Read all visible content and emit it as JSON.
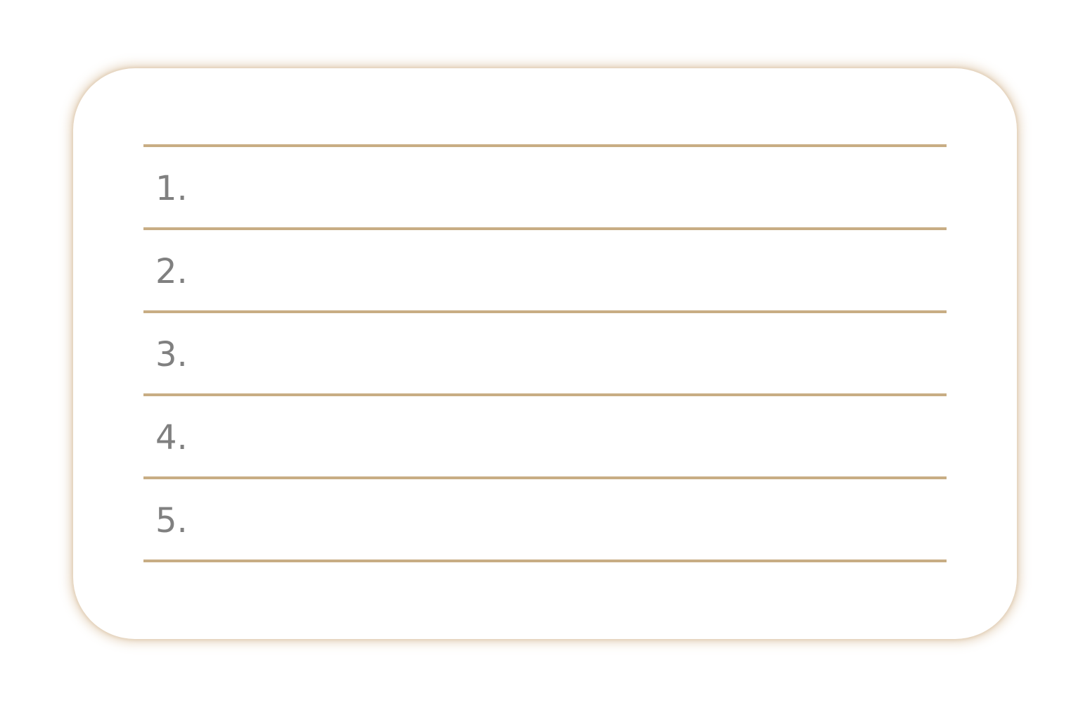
{
  "list": {
    "items": [
      {
        "number": "1."
      },
      {
        "number": "2."
      },
      {
        "number": "3."
      },
      {
        "number": "4."
      },
      {
        "number": "5."
      }
    ]
  },
  "colors": {
    "rule": "#c8ad84",
    "number_text": "#808080",
    "card_glow": "#d2b48c",
    "background": "#ffffff"
  }
}
